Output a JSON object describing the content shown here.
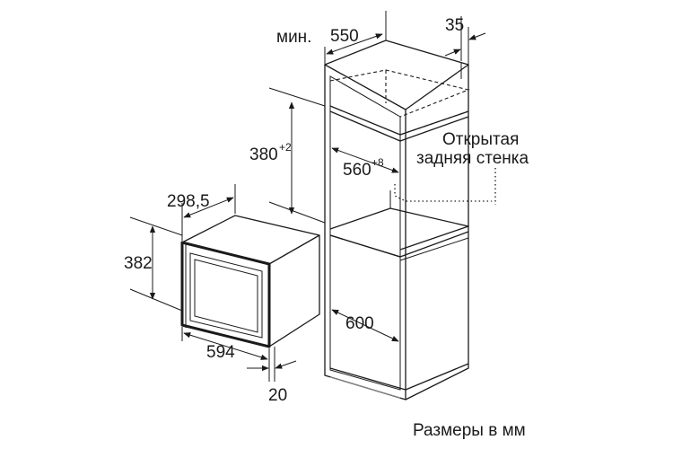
{
  "labels": {
    "cabinet_depth_prefix": "мин.",
    "cabinet_depth": "550",
    "panel_thickness": "35",
    "niche_height": "380",
    "niche_height_tol": "+2",
    "niche_width": "560",
    "niche_width_tol": "+8",
    "open_back_line1": "Открытая",
    "open_back_line2": "задняя стенка",
    "appliance_depth": "298,5",
    "appliance_height": "382",
    "appliance_width": "594",
    "door_thickness": "20",
    "cabinet_inner_width": "600",
    "units_note": "Размеры в мм"
  },
  "colors": {
    "line": "#1a1a1a",
    "background": "#ffffff"
  }
}
